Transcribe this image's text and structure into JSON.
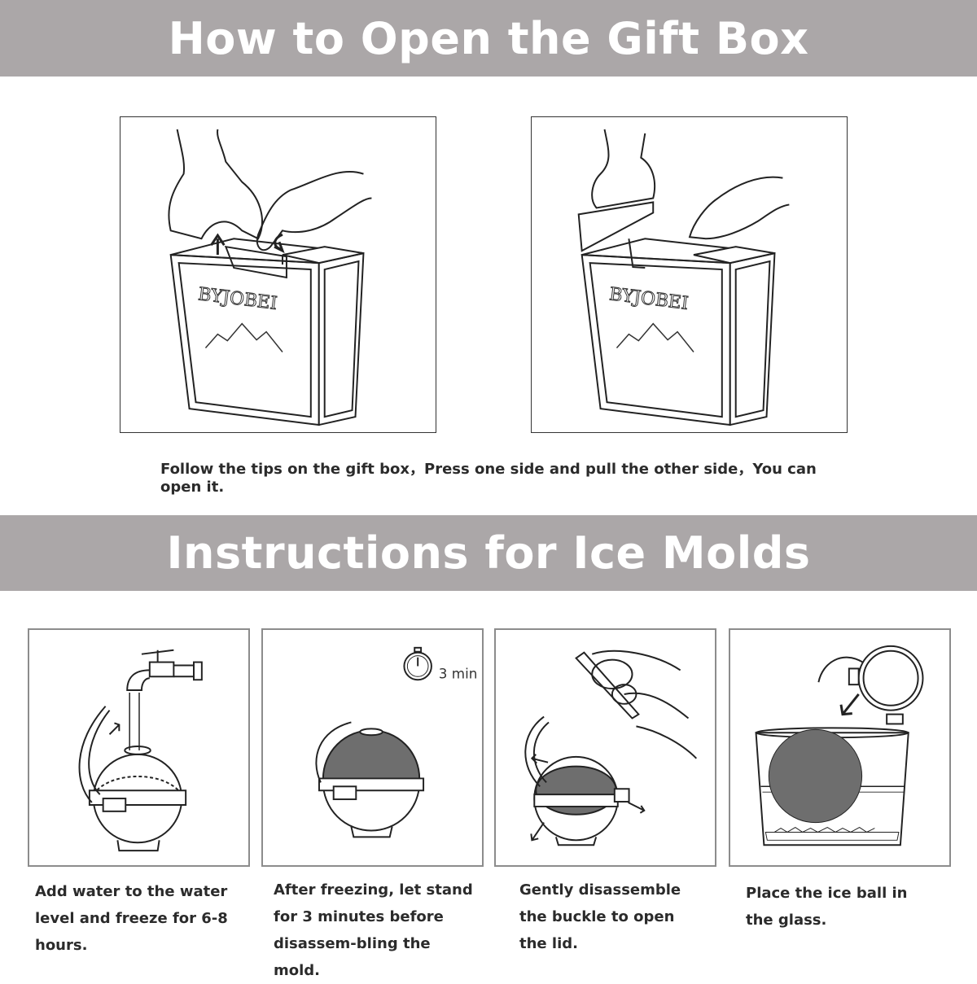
{
  "gift_box": {
    "title": "How to Open the Gift Box",
    "brand": "BYJOBEI",
    "caption": "Follow the tips on the gift box，Press one side and pull the other side，You can open it."
  },
  "ice_molds": {
    "title": "Instructions for Ice Molds",
    "timer_label": "3 min",
    "steps": [
      {
        "text": "Add water to the water level and freeze for 6-8 hours."
      },
      {
        "text": "After freezing, let stand for 3 minutes before disassem-bling the mold."
      },
      {
        "text": "Gently disassemble the buckle to open the lid."
      },
      {
        "text": "Place the ice ball in the glass."
      }
    ]
  }
}
